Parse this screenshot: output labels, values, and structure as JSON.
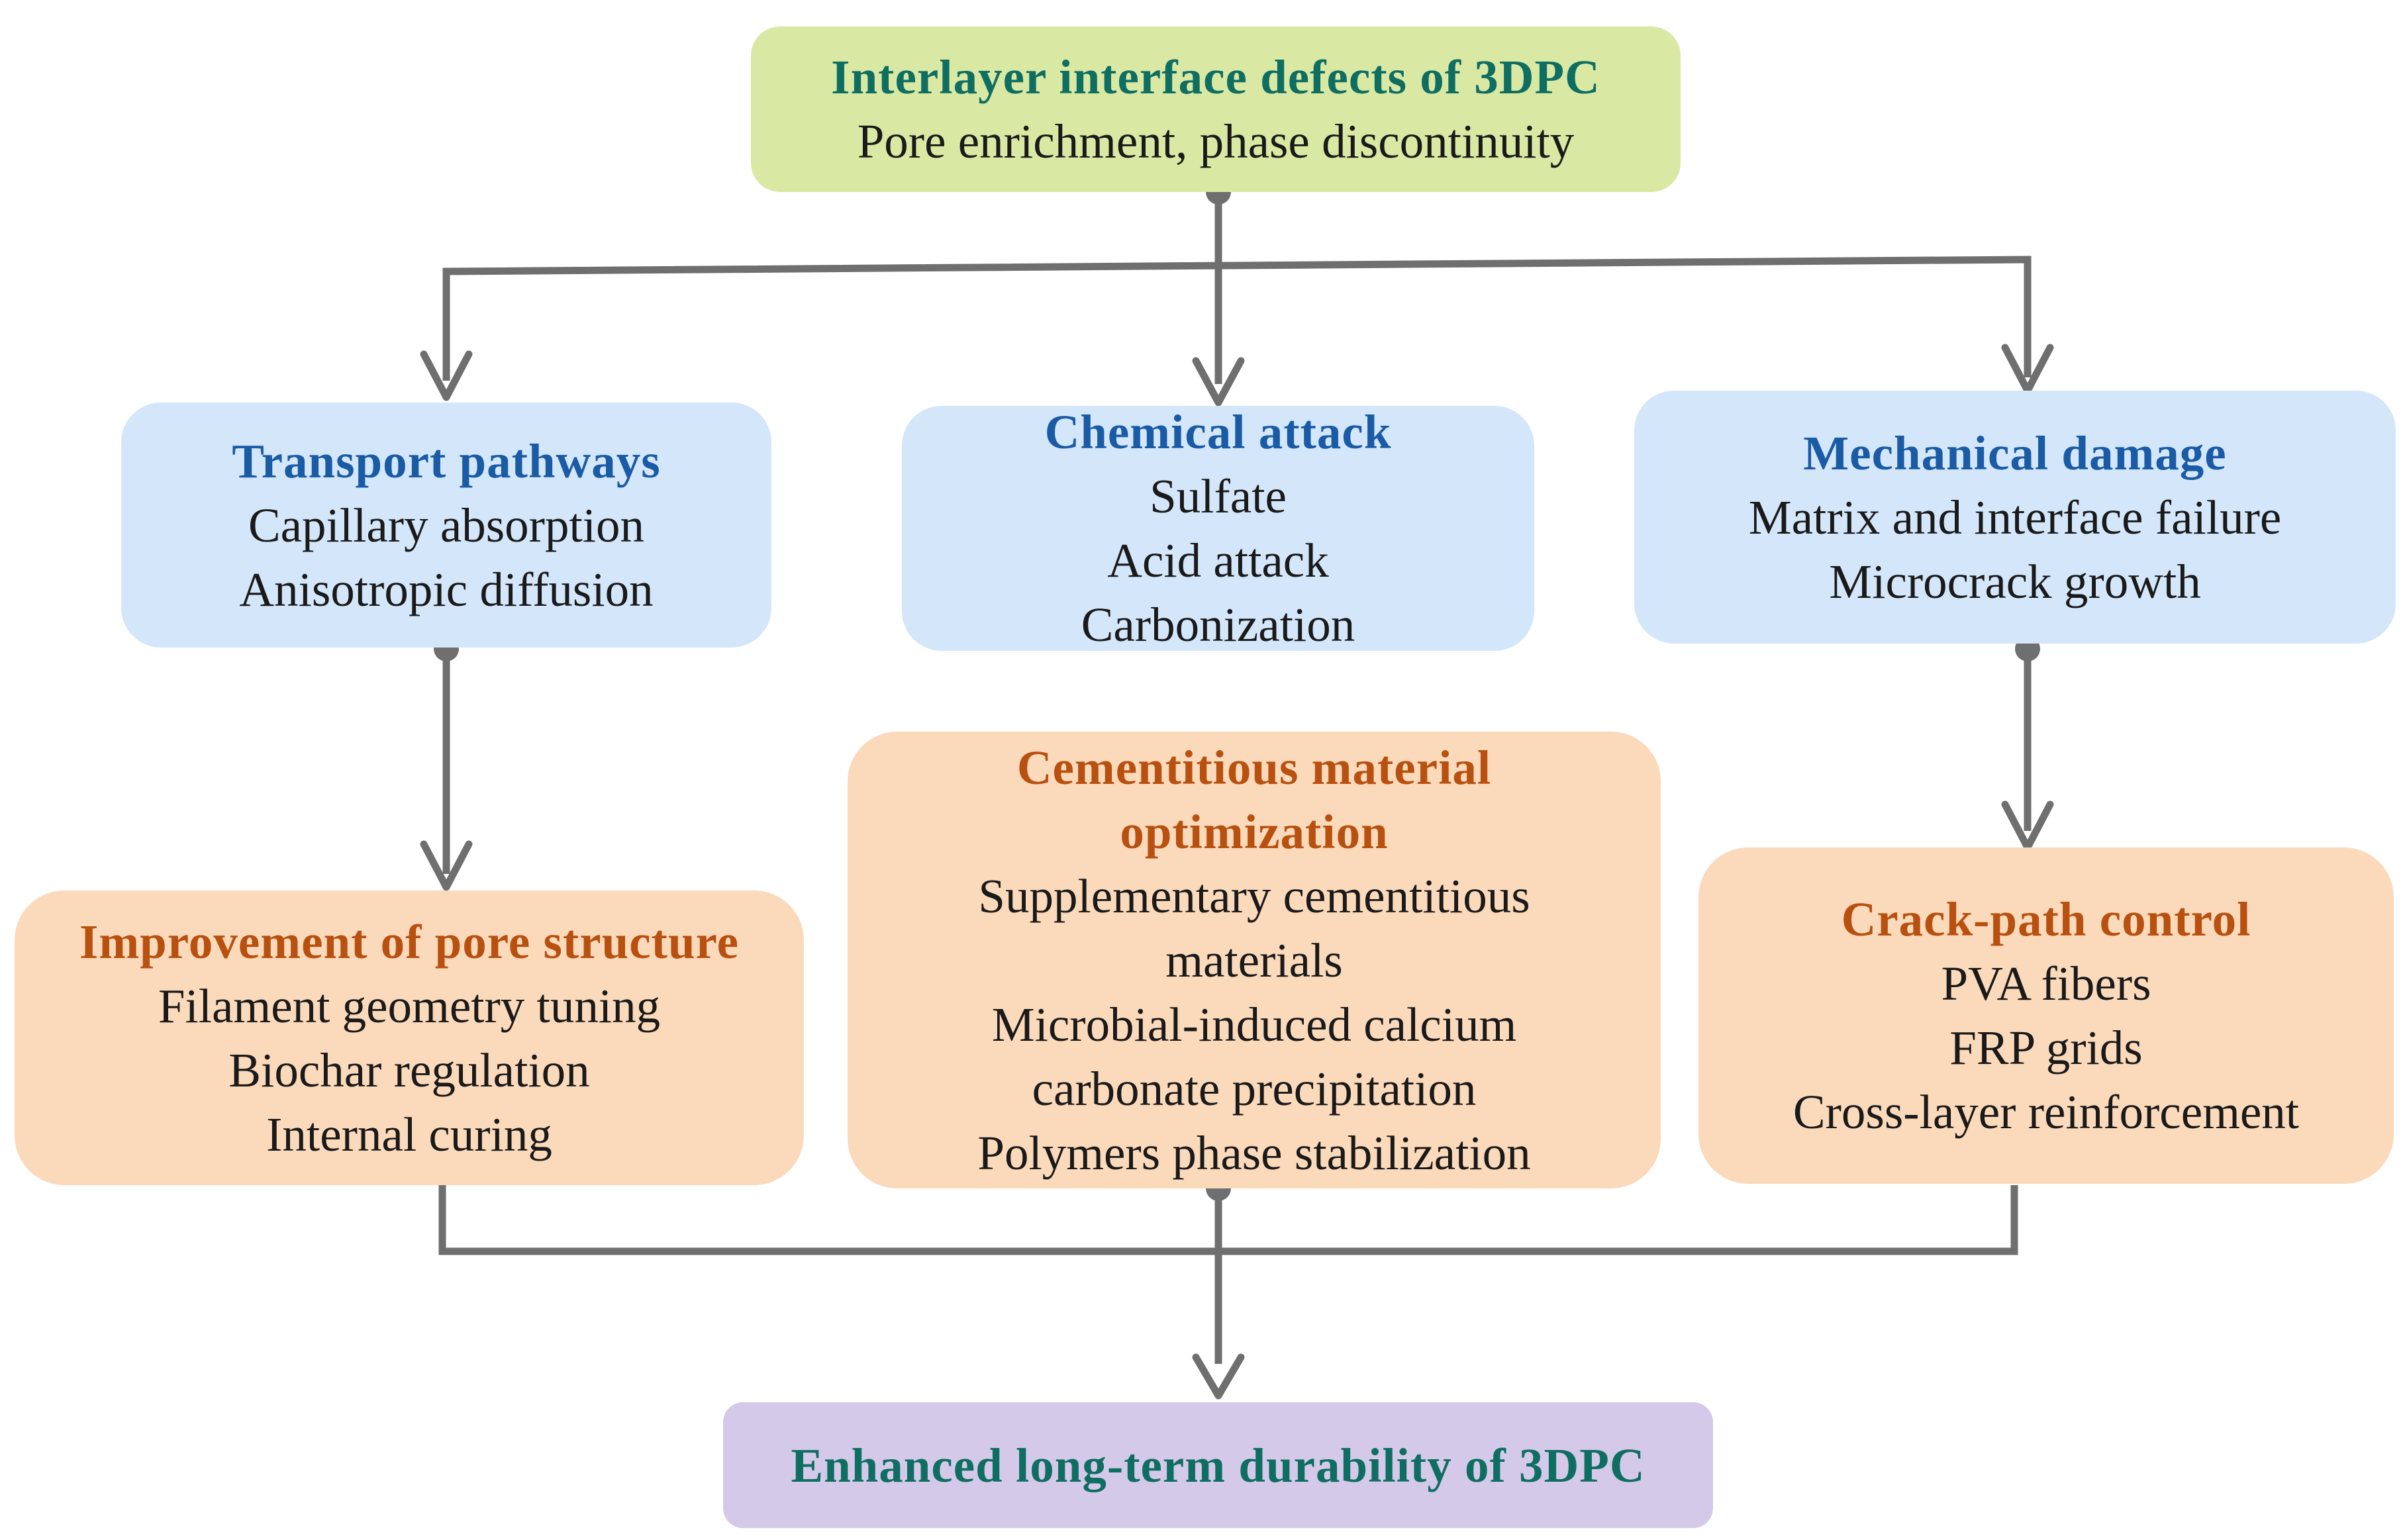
{
  "colors": {
    "green_box": "#d9e8a3",
    "blue_box": "#d4e6fa",
    "orange_box": "#fbd9bb",
    "purple_box": "#d4c9e8",
    "teal_title": "#0f6e62",
    "blue_title": "#1a5ba6",
    "orange_title": "#b8500f",
    "connector": "#6f6f6f"
  },
  "top": {
    "title": "Interlayer interface defects of 3DPC",
    "line1": "Pore enrichment, phase discontinuity"
  },
  "transport": {
    "title": "Transport pathways",
    "line1": "Capillary absorption",
    "line2": "Anisotropic diffusion"
  },
  "chemical": {
    "title": "Chemical attack",
    "line1": "Sulfate",
    "line2": "Acid attack",
    "line3": "Carbonization"
  },
  "mechanical": {
    "title": "Mechanical damage",
    "line1": "Matrix and interface failure",
    "line2": "Microcrack growth"
  },
  "pore": {
    "title": "Improvement of pore structure",
    "line1": "Filament geometry tuning",
    "line2": "Biochar regulation",
    "line3": "Internal curing"
  },
  "cementitious": {
    "title1": "Cementitious material",
    "title2": "optimization",
    "line1": "Supplementary cementitious",
    "line2": "materials",
    "line3": "Microbial-induced calcium",
    "line4": "carbonate precipitation",
    "line5": "Polymers phase stabilization"
  },
  "crack": {
    "title": "Crack-path control",
    "line1": "PVA fibers",
    "line2": "FRP grids",
    "line3": "Cross-layer reinforcement"
  },
  "bottom": {
    "title": "Enhanced long-term durability of 3DPC"
  }
}
